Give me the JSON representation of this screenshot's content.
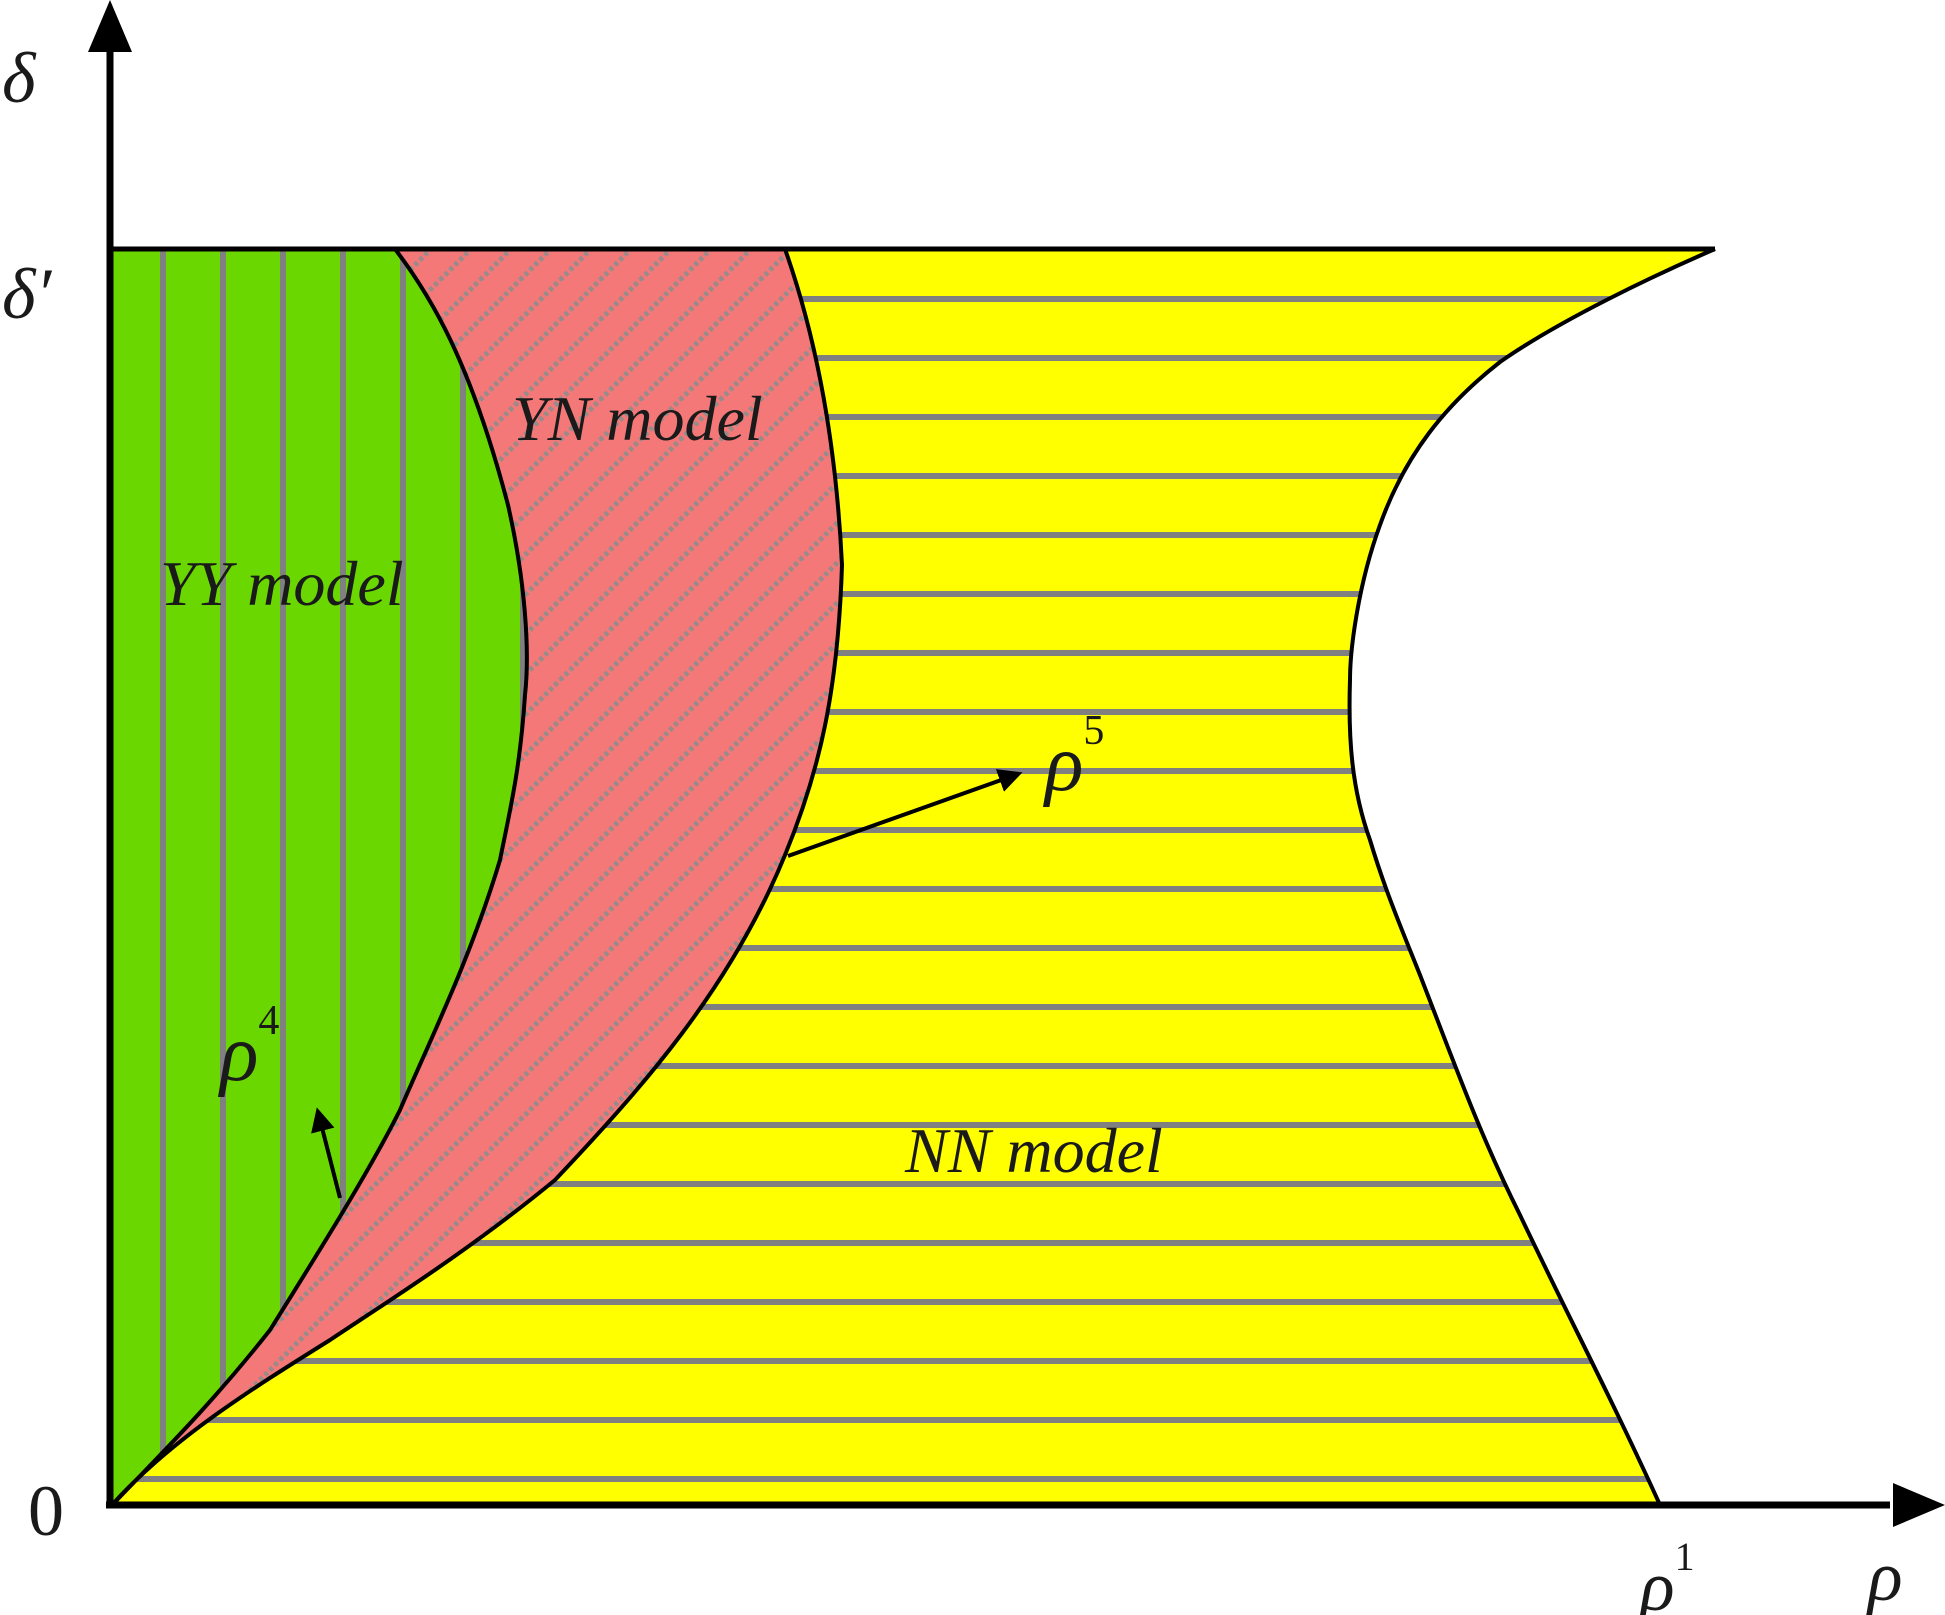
{
  "axes": {
    "y_label": "δ",
    "y_tick": "δ′",
    "x_label": "ρ",
    "origin": "0",
    "x_tick": {
      "base": "ρ",
      "sup": "1"
    }
  },
  "regions": {
    "yy": {
      "label": "YY model",
      "color": "#6ad800"
    },
    "yn": {
      "label": "YN model",
      "color": "#f57878"
    },
    "nn": {
      "label": "NN model",
      "color": "#ffff00"
    }
  },
  "curves": {
    "rho4": {
      "base": "ρ",
      "sup": "4"
    },
    "rho5": {
      "base": "ρ",
      "sup": "5"
    }
  },
  "colors": {
    "hatch": "#808080",
    "outline": "#000000"
  }
}
